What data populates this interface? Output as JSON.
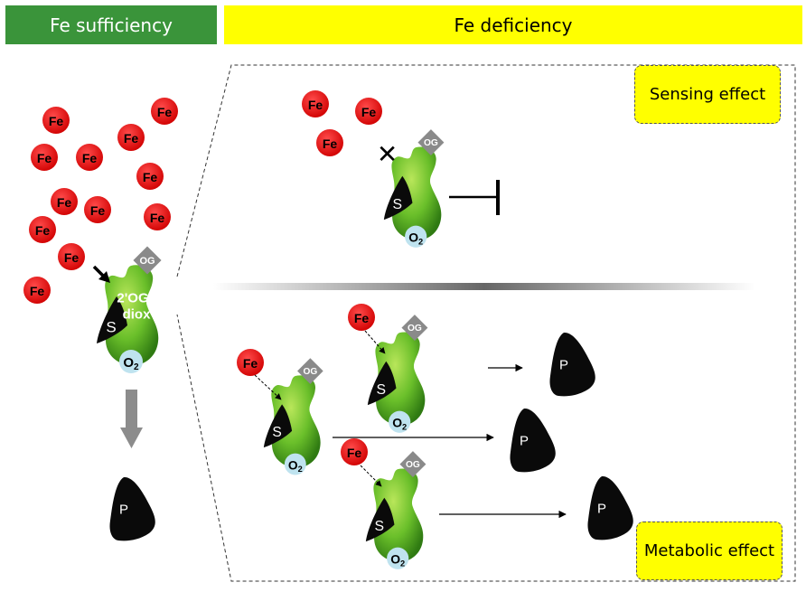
{
  "header": {
    "left_label": "Fe sufficiency",
    "right_label": "Fe deficiency"
  },
  "tags": {
    "sensing": "Sensing effect",
    "metabolic": "Metabolic effect"
  },
  "labels": {
    "iron": "Fe",
    "oxoglutarate": "OG",
    "substrate": "S",
    "product": "P",
    "oxygen": "O",
    "oxygen_subscript": "2",
    "enzyme_name_line1": "2'OG",
    "enzyme_name_line2": "diox",
    "inhibited_mark": "✕"
  },
  "colors": {
    "header_green": "#3a943a",
    "header_yellow": "#ffff00",
    "iron_red": "#e00000",
    "enzyme_green": "#6abf2a",
    "og_grey": "#8a8a8a",
    "oxygen_blue": "#bfe3ef"
  }
}
